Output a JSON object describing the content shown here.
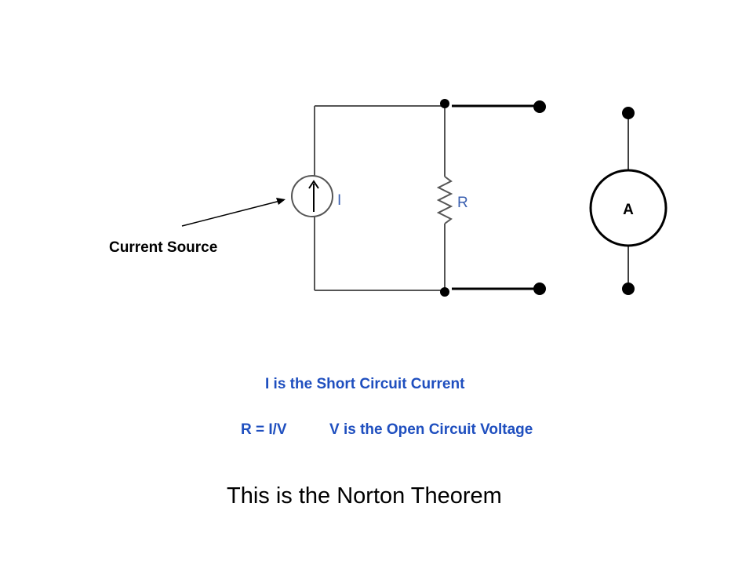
{
  "diagram": {
    "source_label": "I",
    "resistor_label": "R",
    "meter_label": "A",
    "callout_label": "Current Source"
  },
  "notes": {
    "short_circuit": "I is the Short Circuit Current",
    "equation": "R = I/V",
    "open_circuit": "V is the Open Circuit Voltage"
  },
  "title": "This is the Norton  Theorem",
  "colors": {
    "note_text": "#1f4fbf",
    "component_label": "#3a5fb0",
    "wire": "#555555",
    "terminal": "#000000"
  }
}
